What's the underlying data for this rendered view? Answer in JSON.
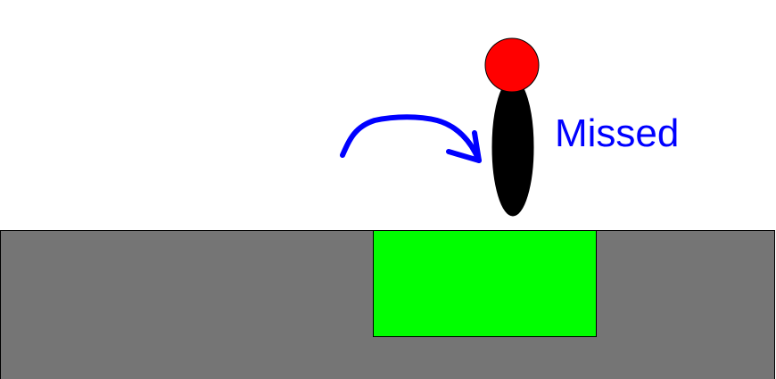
{
  "game": {
    "status_text": "Missed"
  },
  "scene": {
    "ground_label": "ground",
    "target_label": "target-zone",
    "player_label": "player",
    "arrow_label": "jump-arrow"
  },
  "colors": {
    "background": "#ffffff",
    "ground": "#757575",
    "target_zone": "#00ff00",
    "player_body": "#000000",
    "player_head": "#ff0000",
    "arrow": "#0000ff",
    "status_text": "#0000ff"
  }
}
